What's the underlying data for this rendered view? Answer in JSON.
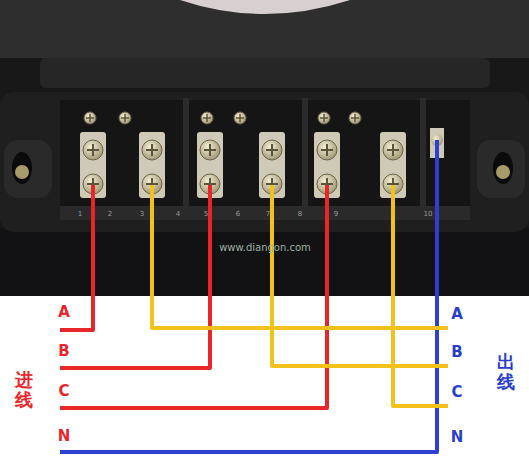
{
  "diagram": {
    "labels": [
      "A",
      "B",
      "C",
      "N",
      "进线",
      "A",
      "B",
      "C",
      "N",
      "出线",
      "www.diangon.com",
      "1",
      "2",
      "3",
      "4",
      "5",
      "6",
      "7",
      "8",
      "9",
      "10"
    ]
  }
}
